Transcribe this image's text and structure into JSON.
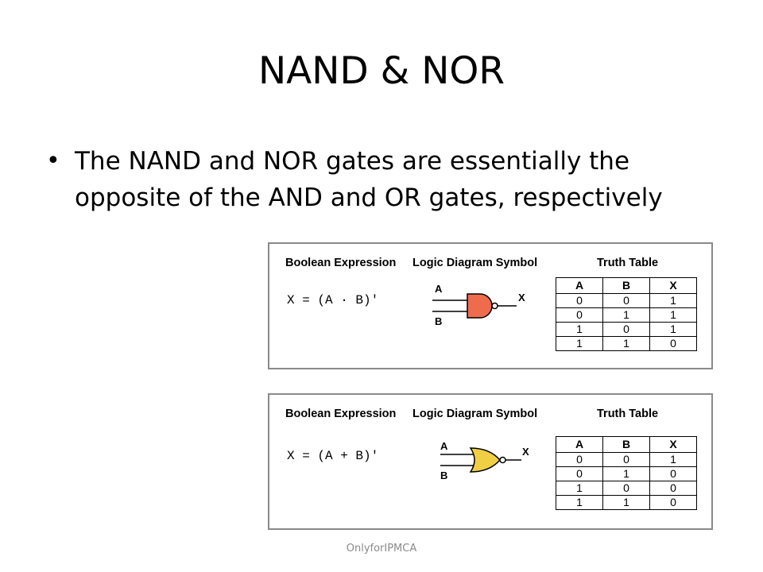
{
  "slide": {
    "title": "NAND & NOR",
    "bullet": "The NAND and NOR gates are essentially the opposite of the AND and OR gates, respectively",
    "bullet_marker": "•",
    "footer": "OnlyforIPMCA"
  },
  "panels": [
    {
      "header_expression": "Boolean Expression",
      "header_symbol": "Logic Diagram Symbol",
      "header_truth_table": "Truth Table",
      "expression": "X = (A · B)'",
      "gate_type": "NAND",
      "gate_color": "#ee6b4d",
      "input_a": "A",
      "input_b": "B",
      "output": "X",
      "table_headers": [
        "A",
        "B",
        "X"
      ],
      "rows": [
        [
          "0",
          "0",
          "1"
        ],
        [
          "0",
          "1",
          "1"
        ],
        [
          "1",
          "0",
          "1"
        ],
        [
          "1",
          "1",
          "0"
        ]
      ]
    },
    {
      "header_expression": "Boolean Expression",
      "header_symbol": "Logic Diagram Symbol",
      "header_truth_table": "Truth Table",
      "expression": "X = (A + B)'",
      "gate_type": "NOR",
      "gate_color": "#f1cf45",
      "input_a": "A",
      "input_b": "B",
      "output": "X",
      "table_headers": [
        "A",
        "B",
        "X"
      ],
      "rows": [
        [
          "0",
          "0",
          "1"
        ],
        [
          "0",
          "1",
          "0"
        ],
        [
          "1",
          "0",
          "0"
        ],
        [
          "1",
          "1",
          "0"
        ]
      ]
    }
  ]
}
